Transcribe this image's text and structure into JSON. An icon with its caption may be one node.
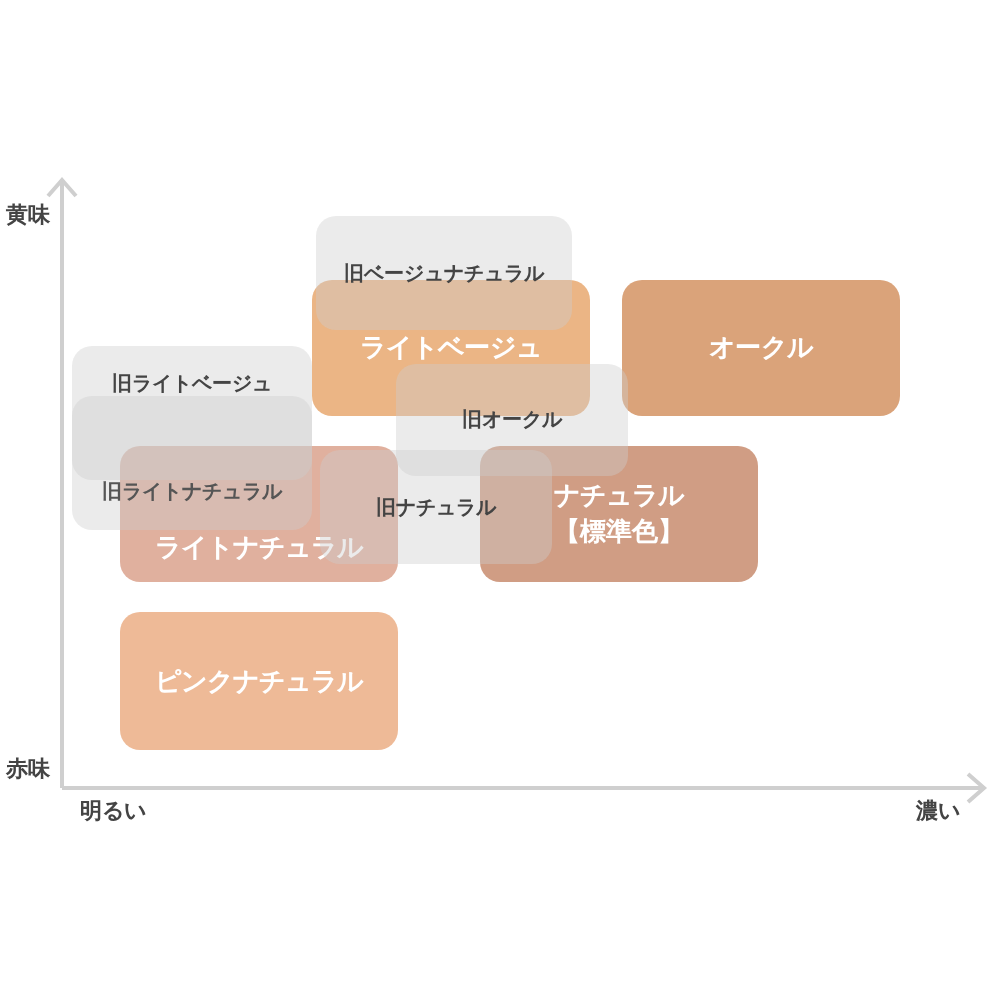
{
  "diagram": {
    "nodes": [
      {
        "text": [
          "旧ベージュナチュラル"
        ]
      },
      {
        "text": [
          "ライトベージュ"
        ]
      },
      {
        "text": [
          "オークル"
        ]
      },
      {
        "text": [
          "旧ライトベージュ"
        ]
      },
      {
        "text": [
          "旧オークル"
        ]
      },
      {
        "text": [
          "旧ライトナチュラル"
        ]
      },
      {
        "text": [
          "ライトナチュラル"
        ]
      },
      {
        "text": [
          "旧ナチュラル"
        ]
      },
      {
        "text": [
          "ナチュラル【標準色】"
        ]
      },
      {
        "text": [
          "ピンクナチュラル"
        ]
      }
    ],
    "edges": [],
    "labels": [
      "黄味",
      "赤味",
      "明るい",
      "濃い"
    ]
  }
}
